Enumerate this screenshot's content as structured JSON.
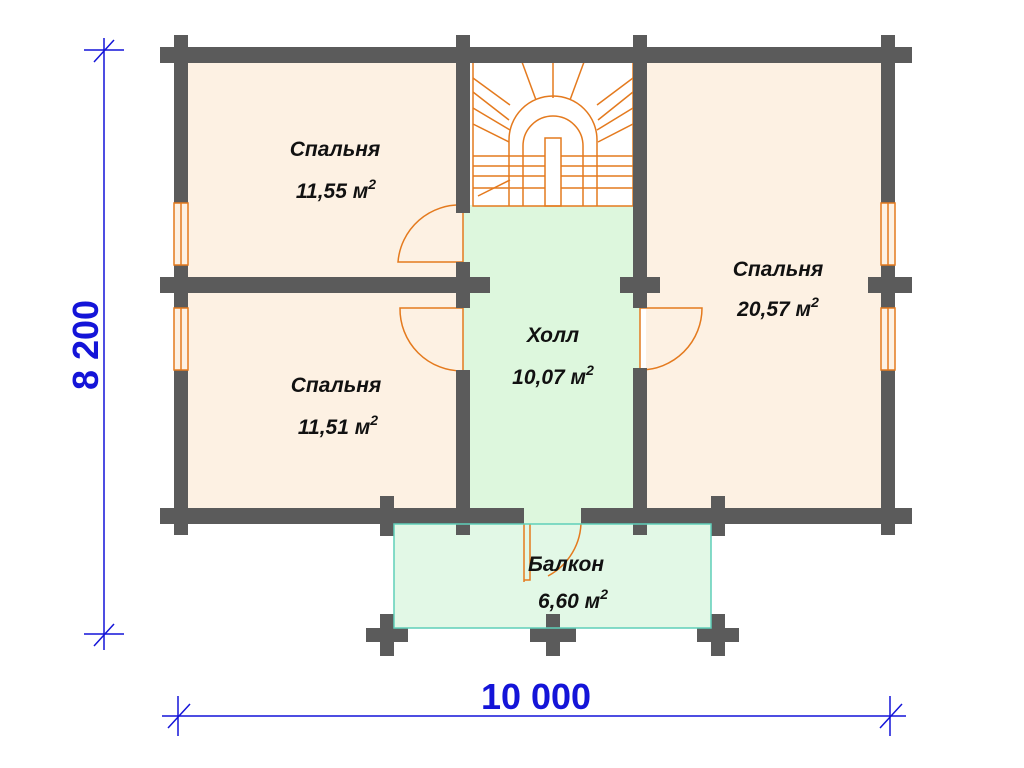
{
  "colors": {
    "wall": "#5b5b5b",
    "bedroom_fill": "#fdf1e3",
    "hall_fill": "#ddf7dd",
    "balcony_fill": "#e2f8e6",
    "balcony_edge": "#5fcfb9",
    "door": "#e47a1e",
    "window": "#e47a1e",
    "dimension": "#1414d8",
    "text": "#111111"
  },
  "rooms": {
    "bedroom_top_left": {
      "name": "Спальня",
      "area": "11,55 м",
      "unit_sup": "2"
    },
    "bedroom_bottom_left": {
      "name": "Спальня",
      "area": "11,51 м",
      "unit_sup": "2"
    },
    "bedroom_right": {
      "name": "Спальня",
      "area": "20,57 м",
      "unit_sup": "2"
    },
    "hall": {
      "name": "Холл",
      "area": "10,07 м",
      "unit_sup": "2"
    },
    "balcony": {
      "name": "Балкон",
      "area": "6,60 м",
      "unit_sup": "2"
    }
  },
  "dimensions": {
    "width": "10 000",
    "height": "8 200"
  }
}
